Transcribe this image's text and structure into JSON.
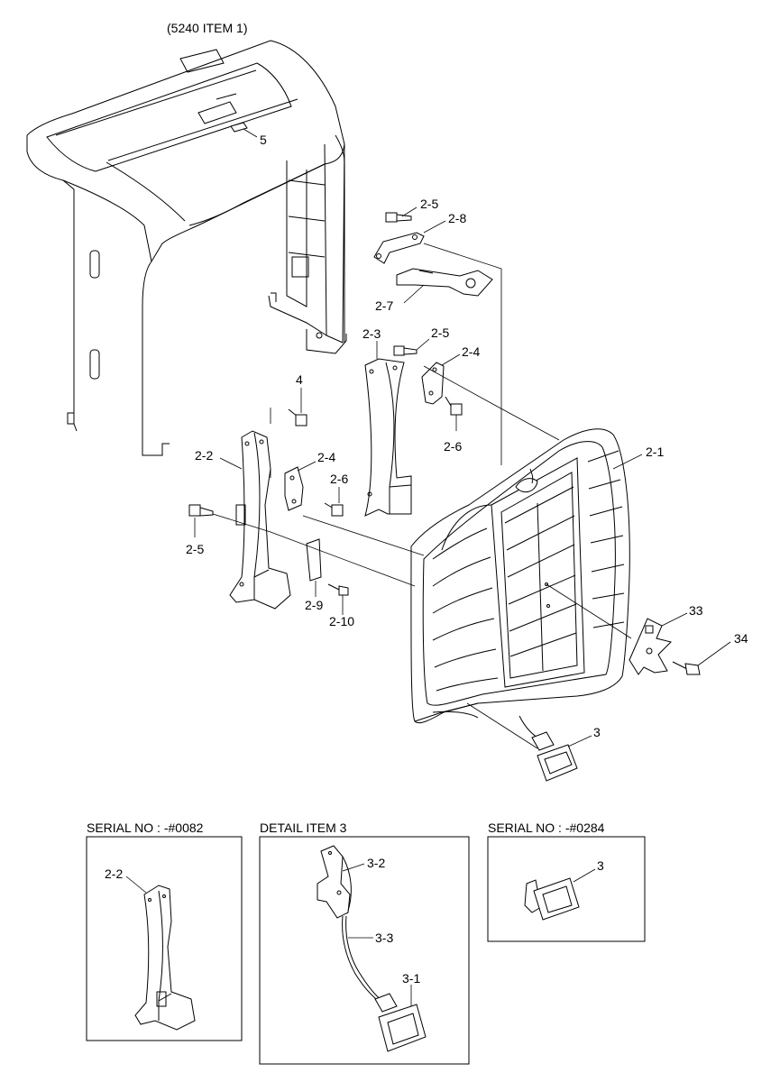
{
  "header": {
    "ref": "(5240 ITEM 1)"
  },
  "callouts": {
    "c5": "5",
    "c2_5a": "2-5",
    "c2_8": "2-8",
    "c2_7": "2-7",
    "c2_3": "2-3",
    "c2_5b": "2-5",
    "c2_4a": "2-4",
    "c2_6a": "2-6",
    "c4": "4",
    "c2_2": "2-2",
    "c2_4b": "2-4",
    "c2_6b": "2-6",
    "c2_1": "2-1",
    "c2_5c": "2-5",
    "c2_9": "2-9",
    "c2_10": "2-10",
    "c33": "33",
    "c34": "34",
    "c3": "3"
  },
  "insets": {
    "left": {
      "title": "SERIAL NO : -#0082",
      "callout": "2-2"
    },
    "middle": {
      "title": "DETAIL ITEM 3",
      "c3_2": "3-2",
      "c3_3": "3-3",
      "c3_1": "3-1"
    },
    "right": {
      "title": "SERIAL NO : -#0284",
      "callout": "3"
    }
  }
}
